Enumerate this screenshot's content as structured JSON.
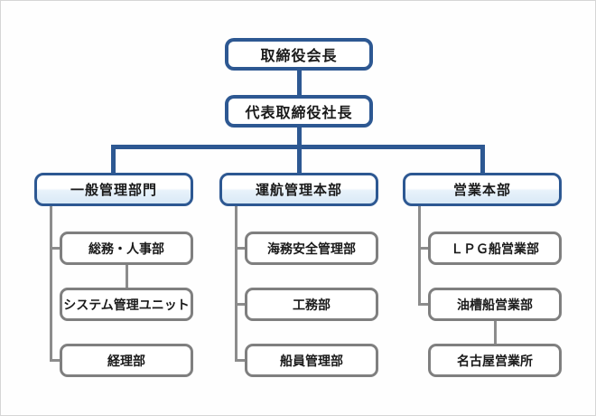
{
  "org_chart": {
    "top_nodes": [
      {
        "label": "取締役会長"
      },
      {
        "label": "代表取締役社長"
      }
    ],
    "divisions": [
      {
        "label": "一般管理部門",
        "children": [
          {
            "label": "総務・人事部"
          },
          {
            "label": "システム管理ユニット",
            "parent": "総務・人事部"
          },
          {
            "label": "経理部"
          }
        ]
      },
      {
        "label": "運航管理本部",
        "children": [
          {
            "label": "海務安全管理部"
          },
          {
            "label": "工務部"
          },
          {
            "label": "船員管理部"
          }
        ]
      },
      {
        "label": "営業本部",
        "children": [
          {
            "label": "ＬＰＧ船営業部"
          },
          {
            "label": "油槽船営業部"
          },
          {
            "label": "名古屋営業所",
            "parent": "油槽船営業部"
          }
        ]
      }
    ]
  },
  "colors": {
    "blue": "#2d5892",
    "gray_border": "#7f7f7f",
    "gray_line": "#8c8c8c",
    "division_fill_bottom": "#d9e9f6",
    "text": "#1a1a1a"
  }
}
